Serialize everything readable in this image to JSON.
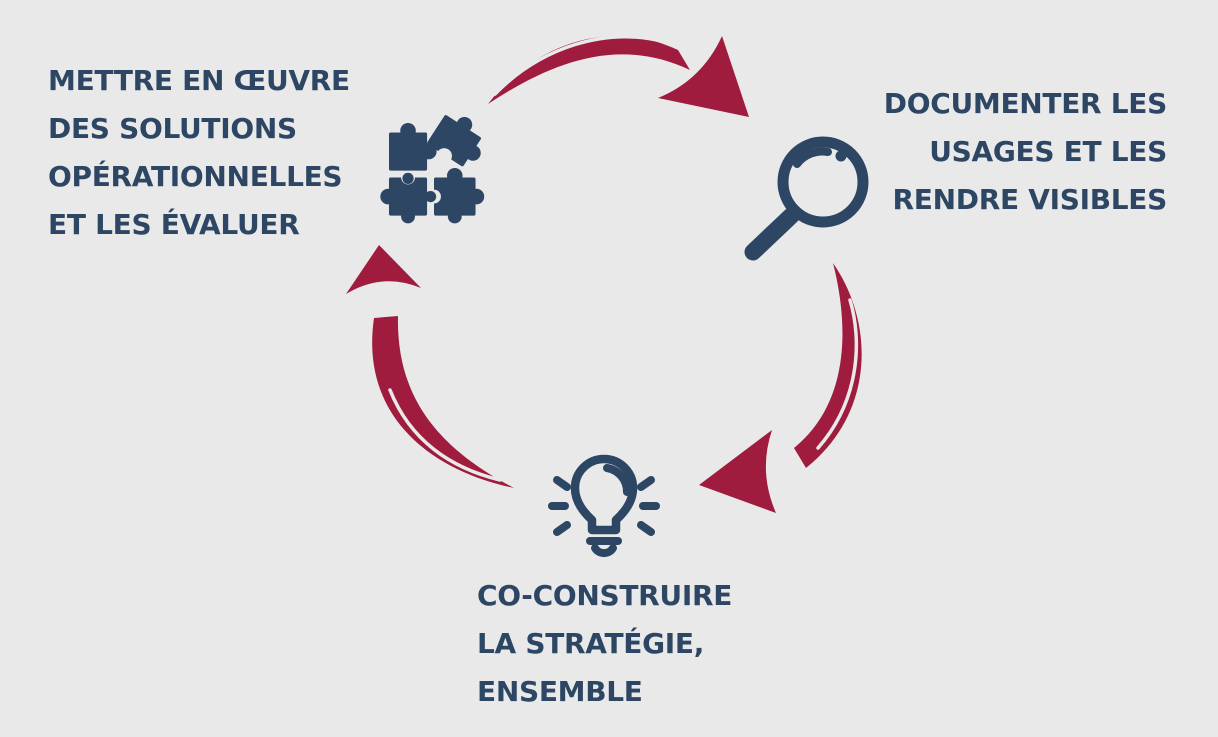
{
  "diagram": {
    "type": "cycle",
    "background_color": "#e9e9e9",
    "arrow_color": "#a01c3e",
    "text_color": "#2d4663",
    "icon_color": "#2d4663",
    "steps": [
      {
        "id": "implement",
        "icon": "puzzle-icon",
        "position": "top-left",
        "lines": [
          "METTRE EN ŒUVRE",
          "DES SOLUTIONS",
          "OPÉRATIONNELLES",
          "ET LES ÉVALUER"
        ]
      },
      {
        "id": "document",
        "icon": "magnifier-icon",
        "position": "top-right",
        "lines": [
          "DOCUMENTER LES",
          "USAGES ET LES",
          "RENDRE VISIBLES"
        ]
      },
      {
        "id": "costrategy",
        "icon": "lightbulb-icon",
        "position": "bottom-center",
        "lines": [
          "CO-CONSTRUIRE",
          "LA STRATÉGIE,",
          "ENSEMBLE"
        ]
      }
    ],
    "arrows": [
      {
        "id": "implement-to-document",
        "shape": "curved over top, pointing right-down"
      },
      {
        "id": "document-to-costrategy",
        "shape": "curved right side, pointing down-left"
      },
      {
        "id": "costrategy-to-implement",
        "shape": "curved left side, pointing up"
      }
    ]
  }
}
